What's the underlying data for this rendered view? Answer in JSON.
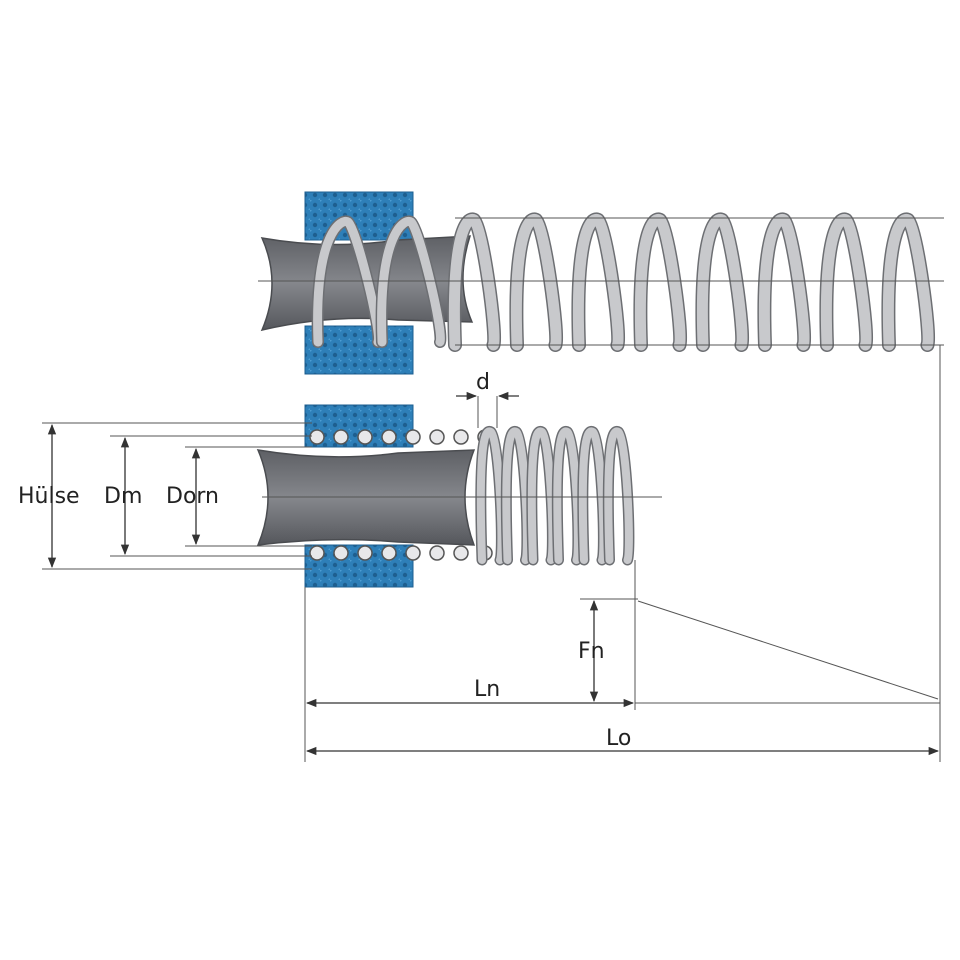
{
  "labels": {
    "huelse": "Hülse",
    "dm": "Dm",
    "dorn": "Dorn",
    "d": "d",
    "fn": "Fn",
    "ln": "Ln",
    "lo": "Lo"
  },
  "colors": {
    "sleeve": "#2e7fb8",
    "sleeve_dark": "#1e5f90",
    "mandrel": "#6f7176",
    "spring": "#c8c9cc",
    "spring_edge": "#6d6f73",
    "dim_line": "#333333"
  }
}
